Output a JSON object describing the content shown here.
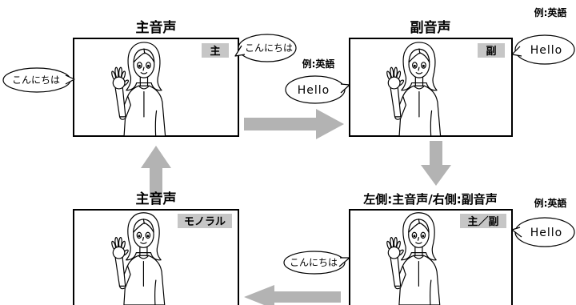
{
  "panels": {
    "top_left": {
      "title": "主音声",
      "tag": "主"
    },
    "top_right": {
      "title": "副音声",
      "tag": "副"
    },
    "bottom_right": {
      "title": "左側:主音声/右側:副音声",
      "tag": "主／副"
    },
    "bottom_left": {
      "title": "主音声",
      "tag": "モノラル"
    }
  },
  "bubbles": {
    "top_left_outer": {
      "text": "こんにちは"
    },
    "top_left_inner": {
      "text": "こんにちは"
    },
    "top_right_left": {
      "text": "Hello",
      "note": "例:英語"
    },
    "top_right_right": {
      "text": "Hello",
      "note": "例:英語"
    },
    "bottom_right_right": {
      "text": "Hello",
      "note": "例:英語"
    },
    "bottom_right_left": {
      "text": "こんにちは"
    }
  },
  "colors": {
    "arrow": "#b3b3b3",
    "tag_bg": "#c6c6c6"
  }
}
